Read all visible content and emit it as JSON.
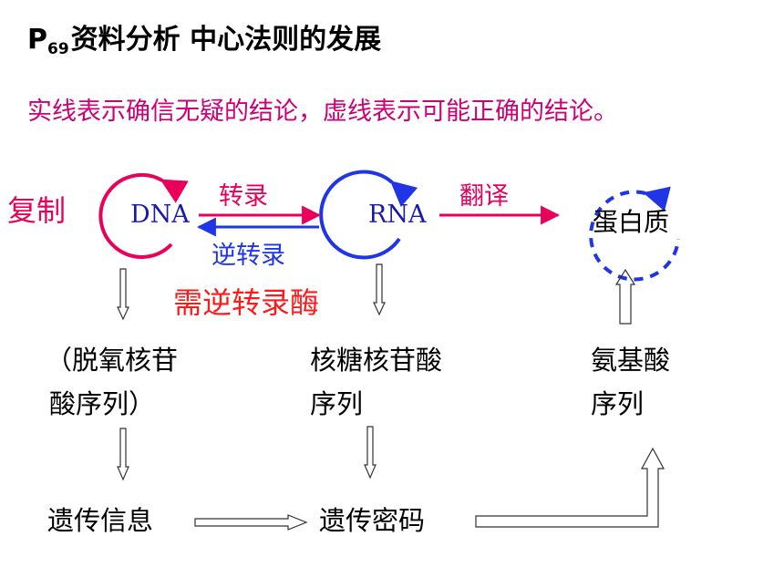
{
  "title": {
    "p": "P",
    "sub": "69",
    "text": "资料分析 中心法则的发展"
  },
  "subtitle": "实线表示确信无疑的结论，虚线表示可能正确的结论。",
  "nodes": {
    "replication": "复制",
    "dna": "DNA",
    "rna": "RNA",
    "protein": "蛋白质"
  },
  "arrows": {
    "transcription": "转录",
    "reverse_transcription": "逆转录",
    "translation": "翻译"
  },
  "note": "需逆转录酶",
  "sequences": {
    "dna_seq": [
      "（脱氧核苷",
      "酸序列）"
    ],
    "rna_seq": [
      "核糖核苷酸",
      "序列"
    ],
    "aa_seq": [
      "氨基酸",
      "序列"
    ]
  },
  "info": {
    "genetic_info": "遗传信息",
    "genetic_code": "遗传密码"
  },
  "colors": {
    "pink": "#e8005a",
    "blue": "#1f35e6",
    "magenta": "#cc0077"
  }
}
